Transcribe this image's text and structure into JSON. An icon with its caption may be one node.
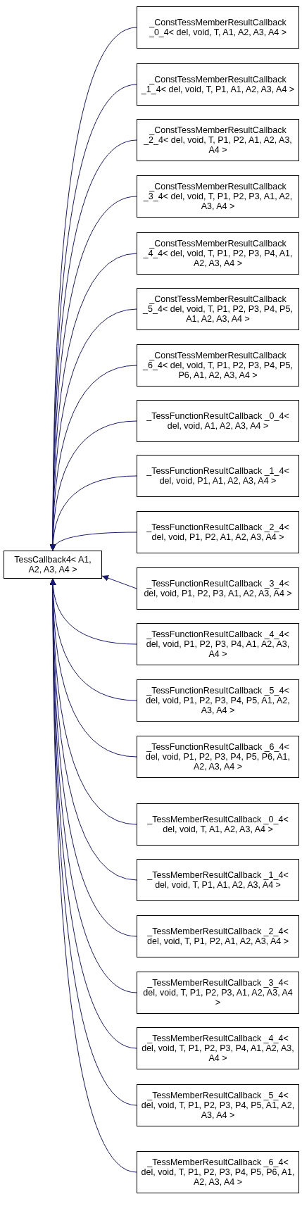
{
  "diagram": {
    "nodes": [
      {
        "text": [
          "TessCallback4< A1, A2, A3, A4 >"
        ]
      },
      {
        "text": [
          "_ConstTessMemberResultCallback _0_4< del, void, T, A1, A2, A3, A4 >"
        ]
      },
      {
        "text": [
          "_ConstTessMemberResultCallback _1_4< del, void, T, P1, A1, A2, A3, A4 >"
        ]
      },
      {
        "text": [
          "_ConstTessMemberResultCallback _2_4< del, void, T, P1, P2, A1, A2, A3, A4 >"
        ]
      },
      {
        "text": [
          "_ConstTessMemberResultCallback _3_4< del, void, T, P1, P2, P3, A1, A2, A3, A4 >"
        ]
      },
      {
        "text": [
          "_ConstTessMemberResultCallback _4_4< del, void, T, P1, P2, P3, P4, A1, A2, A3, A4 >"
        ]
      },
      {
        "text": [
          "_ConstTessMemberResultCallback _5_4< del, void, T, P1, P2, P3, P4, P5, A1, A2, A3, A4 >"
        ]
      },
      {
        "text": [
          "_ConstTessMemberResultCallback _6_4< del, void, T, P1, P2, P3, P4, P5, P6, A1, A2, A3, A4 >"
        ]
      },
      {
        "text": [
          "_TessFunctionResultCallback _0_4< del, void, A1, A2, A3, A4 >"
        ]
      },
      {
        "text": [
          "_TessFunctionResultCallback _1_4< del, void, P1, A1, A2, A3, A4 >"
        ]
      },
      {
        "text": [
          "_TessFunctionResultCallback _2_4< del, void, P1, P2, A1, A2, A3, A4 >"
        ]
      },
      {
        "text": [
          "_TessFunctionResultCallback _3_4< del, void, P1, P2, P3, A1, A2, A3, A4 >"
        ]
      },
      {
        "text": [
          "_TessFunctionResultCallback _4_4< del, void, P1, P2, P3, P4, A1, A2, A3, A4 >"
        ]
      },
      {
        "text": [
          "_TessFunctionResultCallback _5_4< del, void, P1, P2, P3, P4, P5, A1, A2, A3, A4 >"
        ]
      },
      {
        "text": [
          "_TessFunctionResultCallback _6_4< del, void, P1, P2, P3, P4, P5, P6, A1, A2, A3, A4 >"
        ]
      },
      {
        "text": [
          "_TessMemberResultCallback _0_4< del, void, T, A1, A2, A3, A4 >"
        ]
      },
      {
        "text": [
          "_TessMemberResultCallback _1_4< del, void, T, P1, A1, A2, A3, A4 >"
        ]
      },
      {
        "text": [
          "_TessMemberResultCallback _2_4< del, void, T, P1, P2, A1, A2, A3, A4 >"
        ]
      },
      {
        "text": [
          "_TessMemberResultCallback _3_4< del, void, T, P1, P2, P3, A1, A2, A3, A4 >"
        ]
      },
      {
        "text": [
          "_TessMemberResultCallback _4_4< del, void, T, P1, P2, P3, P4, A1, A2, A3, A4 >"
        ]
      },
      {
        "text": [
          "_TessMemberResultCallback _5_4< del, void, T, P1, P2, P3, P4, P5, A1, A2, A3, A4 >"
        ]
      },
      {
        "text": [
          "_TessMemberResultCallback _6_4< del, void, T, P1, P2, P3, P4, P5, P6, A1, A2, A3, A4 >"
        ]
      }
    ],
    "edges": [
      {
        "from": 1,
        "to": 0,
        "arrow": "to"
      },
      {
        "from": 2,
        "to": 0,
        "arrow": "to"
      },
      {
        "from": 3,
        "to": 0,
        "arrow": "to"
      },
      {
        "from": 4,
        "to": 0,
        "arrow": "to"
      },
      {
        "from": 5,
        "to": 0,
        "arrow": "to"
      },
      {
        "from": 6,
        "to": 0,
        "arrow": "to"
      },
      {
        "from": 7,
        "to": 0,
        "arrow": "to"
      },
      {
        "from": 8,
        "to": 0,
        "arrow": "to"
      },
      {
        "from": 9,
        "to": 0,
        "arrow": "to"
      },
      {
        "from": 10,
        "to": 0,
        "arrow": "to"
      },
      {
        "from": 11,
        "to": 0,
        "arrow": "to"
      },
      {
        "from": 12,
        "to": 0,
        "arrow": "to"
      },
      {
        "from": 13,
        "to": 0,
        "arrow": "to"
      },
      {
        "from": 14,
        "to": 0,
        "arrow": "to"
      },
      {
        "from": 15,
        "to": 0,
        "arrow": "to"
      },
      {
        "from": 16,
        "to": 0,
        "arrow": "to"
      },
      {
        "from": 17,
        "to": 0,
        "arrow": "to"
      },
      {
        "from": 18,
        "to": 0,
        "arrow": "to"
      },
      {
        "from": 19,
        "to": 0,
        "arrow": "to"
      },
      {
        "from": 20,
        "to": 0,
        "arrow": "to"
      },
      {
        "from": 21,
        "to": 0,
        "arrow": "to"
      }
    ]
  }
}
